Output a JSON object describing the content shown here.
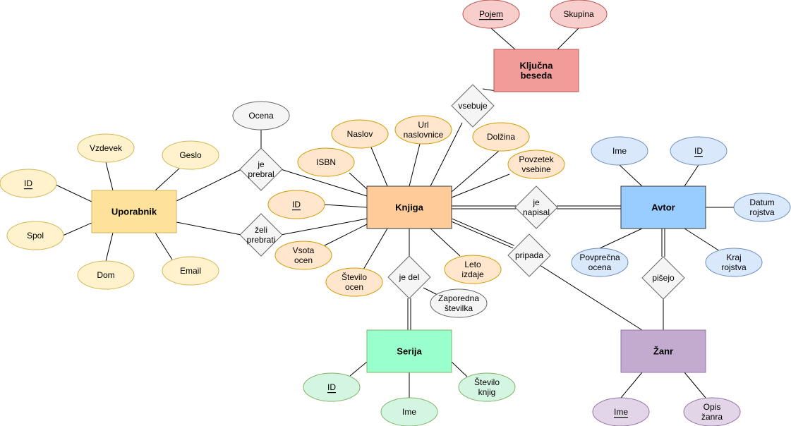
{
  "entities": {
    "uporabnik": {
      "label": [
        "Uporabnik"
      ],
      "fill": "#fee29b",
      "stroke": "#d6b656"
    },
    "knjiga": {
      "label": [
        "Knjiga"
      ],
      "fill": "#ffcc99",
      "stroke": "#36393d"
    },
    "kljucna": {
      "label": [
        "Ključna",
        "beseda"
      ],
      "fill": "#f19c99",
      "stroke": "#b85450"
    },
    "avtor": {
      "label": [
        "Avtor"
      ],
      "fill": "#99ccff",
      "stroke": "#36393d"
    },
    "serija": {
      "label": [
        "Serija"
      ],
      "fill": "#99ffcc",
      "stroke": "#82b366"
    },
    "zanr": {
      "label": [
        "Žanr"
      ],
      "fill": "#c3abd0",
      "stroke": "#9673a6"
    }
  },
  "relationships": {
    "je_prebral": {
      "label": [
        "je",
        "prebral"
      ]
    },
    "zeli_prebrati": {
      "label": [
        "želi",
        "prebrati"
      ]
    },
    "vsebuje": {
      "label": [
        "vsebuje"
      ]
    },
    "je_napisal": {
      "label": [
        "je",
        "napisal"
      ]
    },
    "pripada": {
      "label": [
        "pripada"
      ]
    },
    "je_del": {
      "label": [
        "je del"
      ]
    },
    "pisejo": {
      "label": [
        "pišejo"
      ]
    }
  },
  "attributes": {
    "ocena": {
      "label": [
        "Ocena"
      ],
      "key": false,
      "palette": "gray"
    },
    "vzdevek": {
      "label": [
        "Vzdevek"
      ],
      "key": false,
      "palette": "yellow"
    },
    "geslo": {
      "label": [
        "Geslo"
      ],
      "key": false,
      "palette": "yellow"
    },
    "up_id": {
      "label": [
        "ID"
      ],
      "key": true,
      "palette": "yellow"
    },
    "spol": {
      "label": [
        "Spol"
      ],
      "key": false,
      "palette": "yellow"
    },
    "dom": {
      "label": [
        "Dom"
      ],
      "key": false,
      "palette": "yellow"
    },
    "email": {
      "label": [
        "Email"
      ],
      "key": false,
      "palette": "yellow"
    },
    "pojem": {
      "label": [
        "Pojem"
      ],
      "key": true,
      "palette": "red"
    },
    "skupina": {
      "label": [
        "Skupina"
      ],
      "key": false,
      "palette": "red"
    },
    "naslov": {
      "label": [
        "Naslov"
      ],
      "key": false,
      "palette": "orange"
    },
    "url": {
      "label": [
        "Url",
        "naslovnice"
      ],
      "key": false,
      "palette": "orange"
    },
    "dolzina": {
      "label": [
        "Dolžina"
      ],
      "key": false,
      "palette": "orange"
    },
    "isbn": {
      "label": [
        "ISBN"
      ],
      "key": false,
      "palette": "orange"
    },
    "povzetek": {
      "label": [
        "Povzetek",
        "vsebine"
      ],
      "key": false,
      "palette": "orange"
    },
    "kn_id": {
      "label": [
        "ID"
      ],
      "key": true,
      "palette": "orange"
    },
    "vsota": {
      "label": [
        "Vsota",
        "ocen"
      ],
      "key": false,
      "palette": "orange"
    },
    "stevilo_ocen": {
      "label": [
        "Število",
        "ocen"
      ],
      "key": false,
      "palette": "orange"
    },
    "leto": {
      "label": [
        "Leto",
        "izdaje"
      ],
      "key": false,
      "palette": "orange"
    },
    "zaporedna": {
      "label": [
        "Zaporedna",
        "številka"
      ],
      "key": false,
      "palette": "gray"
    },
    "av_ime": {
      "label": [
        "Ime"
      ],
      "key": false,
      "palette": "blue"
    },
    "av_id": {
      "label": [
        "ID"
      ],
      "key": true,
      "palette": "blue"
    },
    "datum": {
      "label": [
        "Datum",
        "rojstva"
      ],
      "key": false,
      "palette": "blue"
    },
    "povprecna": {
      "label": [
        "Povprečna",
        "ocena"
      ],
      "key": false,
      "palette": "blue"
    },
    "kraj": {
      "label": [
        "Kraj",
        "rojstva"
      ],
      "key": false,
      "palette": "blue"
    },
    "se_id": {
      "label": [
        "ID"
      ],
      "key": true,
      "palette": "green"
    },
    "se_ime": {
      "label": [
        "Ime"
      ],
      "key": false,
      "palette": "green"
    },
    "stevilo_knjig": {
      "label": [
        "Število",
        "knjig"
      ],
      "key": false,
      "palette": "green"
    },
    "za_ime": {
      "label": [
        "Ime"
      ],
      "key": true,
      "palette": "purple"
    },
    "opis": {
      "label": [
        "Opis",
        "žanra"
      ],
      "key": false,
      "palette": "purple"
    }
  },
  "palettes": {
    "yellow": {
      "fill": "#fff2cc",
      "stroke": "#d6b656"
    },
    "orange": {
      "fill": "#ffe6cc",
      "stroke": "#d79b00"
    },
    "gray": {
      "fill": "#f5f5f5",
      "stroke": "#666666"
    },
    "red": {
      "fill": "#f8cecc",
      "stroke": "#b85450"
    },
    "blue": {
      "fill": "#dae8fc",
      "stroke": "#6c8ebf"
    },
    "green": {
      "fill": "#d5f5e3",
      "stroke": "#82b366"
    },
    "purple": {
      "fill": "#e1d5e7",
      "stroke": "#9673a6"
    }
  },
  "relationship_style": {
    "fill": "#f5f5f5",
    "stroke": "#666666"
  }
}
